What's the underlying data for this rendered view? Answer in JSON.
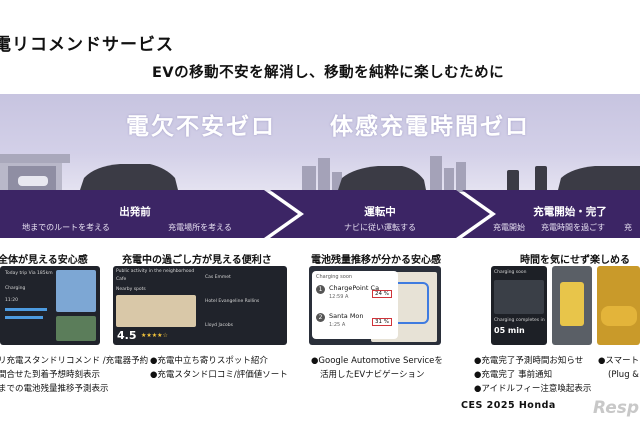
{
  "header": {
    "title": "電リコメンドサービス",
    "subtitle": "EVの移動不安を解消し、移動を純粋に楽しむために"
  },
  "hero": {
    "left_slogan": "電欠不安ゼロ",
    "right_slogan": "体感充電時間ゼロ"
  },
  "phases": [
    {
      "label": "出発前",
      "sub_left": "地までのルートを考える",
      "sub_right": "充電場所を考える"
    },
    {
      "label": "運転中",
      "sub": "ナビに従い運転する"
    },
    {
      "label": "充電開始・完了",
      "sub_left": "充電開始",
      "sub_mid": "充電時間を過ごす",
      "sub_right": "充"
    }
  ],
  "features": [
    {
      "heading": "全体が見える安心感",
      "bullets": [
        "リ充電スタンドリコメンド /充電器予約",
        "間合せた到着予想時刻表示",
        "までの電池残量推移予測表示"
      ]
    },
    {
      "heading": "充電中の過ごし方が見える便利さ",
      "bullets": [
        "●充電中立ち寄りスポット紹介",
        "●充電スタンド口コミ/評価値ソート"
      ]
    },
    {
      "heading": "電池残量推移が分かる安心感",
      "bullets": [
        "●Google Automotive Serviceを",
        "活用したEVナビゲーション"
      ]
    },
    {
      "heading": "時間を気にせず楽しめる",
      "bullets": [
        "●充電完了予測時間お知らせ",
        "●充電完了 事前通知",
        "●アイドルフィー注意喚起表示"
      ]
    },
    {
      "heading": "",
      "bullets": [
        "●スマート",
        "(Plug &"
      ]
    }
  ],
  "screens": {
    "s1": {
      "line1": "Today trip  Via 185km",
      "line2": "Charging",
      "line3": "11:20"
    },
    "s2": {
      "header": "Public activity in the neighborhood",
      "cafe": "Cafe",
      "nearby": "Nearby spots",
      "rating": "4.5",
      "stars": "★★★★☆",
      "r1": "Cas Emmet",
      "r2": "Hotel Evangeline Rollins",
      "r3": "Lloyd Jacobs"
    },
    "s3": {
      "top": "Charging soon",
      "stop1_name": "ChargePoint Ca",
      "stop1_time": "12:59 A",
      "stop1_pct": "24 %",
      "stop2_name": "Santa Mon",
      "stop2_time": "1:25 A",
      "stop2_pct": "31 %"
    },
    "s4": {
      "line1": "Charging soon",
      "line2": "Charging completes in",
      "line3": "05 min"
    }
  },
  "footer": {
    "event": "CES 2025  Honda",
    "watermark": "Resp"
  },
  "colors": {
    "purple_dark": "#3c2565",
    "purple": "#6b4aa8",
    "band": "#cfcce6",
    "highlight_red": "#d0343a"
  }
}
